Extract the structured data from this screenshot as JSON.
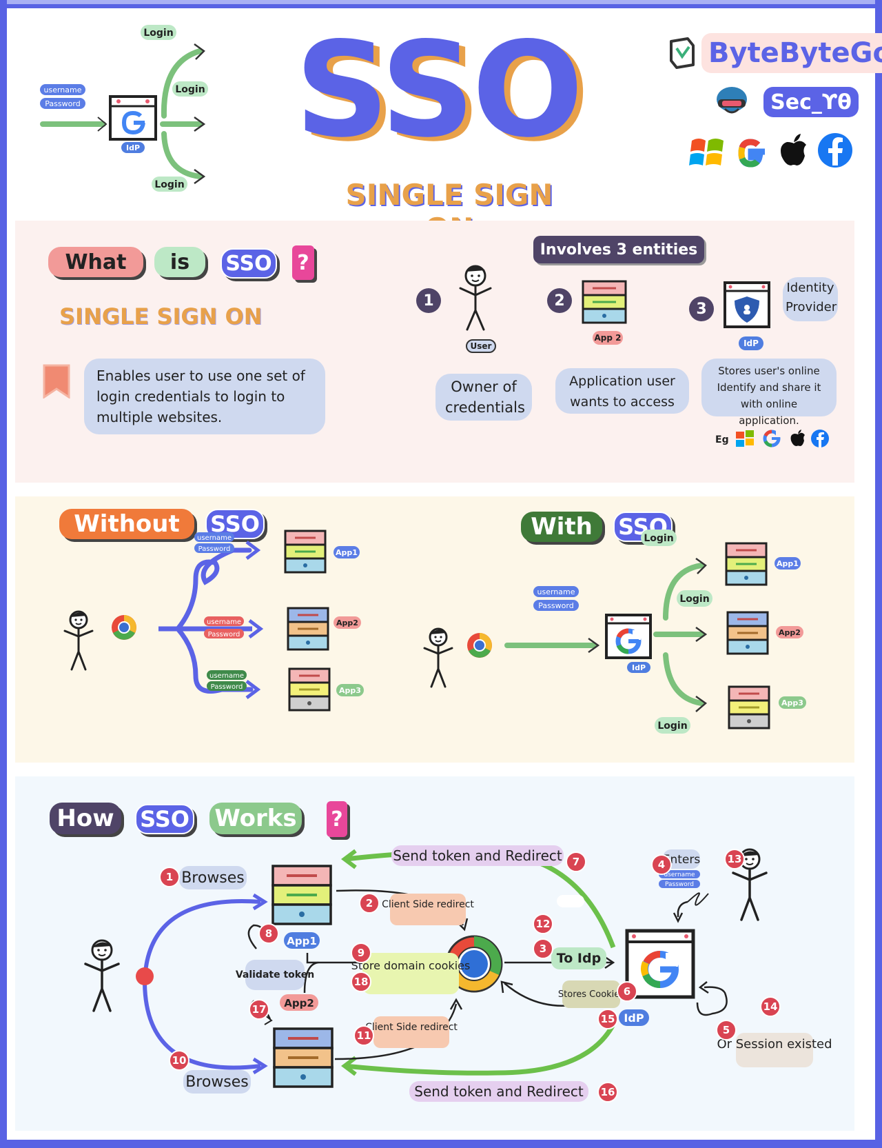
{
  "brand": {
    "name": "ByteByteGo",
    "author_tag": "Sec_ϒθ"
  },
  "header": {
    "title": "SSO",
    "subtitle": "SINGLE SIGN ON"
  },
  "top_diagram": {
    "username": "username",
    "password": "Password",
    "idp": "IdP",
    "login": "Login"
  },
  "what": {
    "words": [
      "What",
      "is",
      "SSO",
      "?"
    ],
    "subtitle": "SINGLE SIGN ON",
    "description": "Enables user to use one set of login credentials to login to multiple websites.",
    "entities_title": "Involves 3 entities",
    "entities": [
      {
        "num": "1",
        "tag": "User",
        "desc": "Owner of credentials"
      },
      {
        "num": "2",
        "tag": "App 2",
        "desc": "Application user wants to access"
      },
      {
        "num": "3",
        "tag": "IdP",
        "side_label": "Identity Provider",
        "desc": "Stores user's online Identify and share it with online application."
      }
    ],
    "eg": "Eg"
  },
  "without": {
    "word1": "Without",
    "word2": "SSO",
    "username": "username",
    "password": "Password",
    "apps": [
      "App1",
      "App2",
      "App3"
    ]
  },
  "with": {
    "word1": "With",
    "word2": "SSO",
    "username": "username",
    "password": "Password",
    "idp": "IdP",
    "login": "Login",
    "apps": [
      "App1",
      "App2",
      "App3"
    ]
  },
  "how": {
    "words": [
      "How",
      "SSO",
      "Works",
      "?"
    ],
    "labels": {
      "browses_1": "Browses",
      "browses_2": "Browses",
      "client_redirect": "Client Side redirect",
      "client_redirect_2": "Client Side redirect",
      "to_idp": "To Idp",
      "store_cookies": "Store domain cookies",
      "validate": "Validate token",
      "send_token": "Send token and Redirect",
      "send_token_2": "Send token and Redirect",
      "enters": "Enters",
      "username": "username",
      "password": "Password",
      "stores_cookies": "Stores Cookies",
      "or_session": "Or Session existed",
      "app1": "App1",
      "app2": "App2",
      "idp": "IdP"
    },
    "steps": [
      "1",
      "2",
      "3",
      "4",
      "5",
      "6",
      "7",
      "8",
      "9",
      "10",
      "11",
      "12",
      "13",
      "14",
      "15",
      "16",
      "17",
      "18"
    ]
  },
  "colors": {
    "frame": "#5862e4",
    "sso_blue": "#5b63e6",
    "orange": "#e8a14a",
    "pink_panel": "#fcf1ef",
    "yellow_panel": "#fdf7e8",
    "blue_panel": "#f2f8fd",
    "green_arrow": "#6cc04a",
    "step_red": "#d94452"
  }
}
